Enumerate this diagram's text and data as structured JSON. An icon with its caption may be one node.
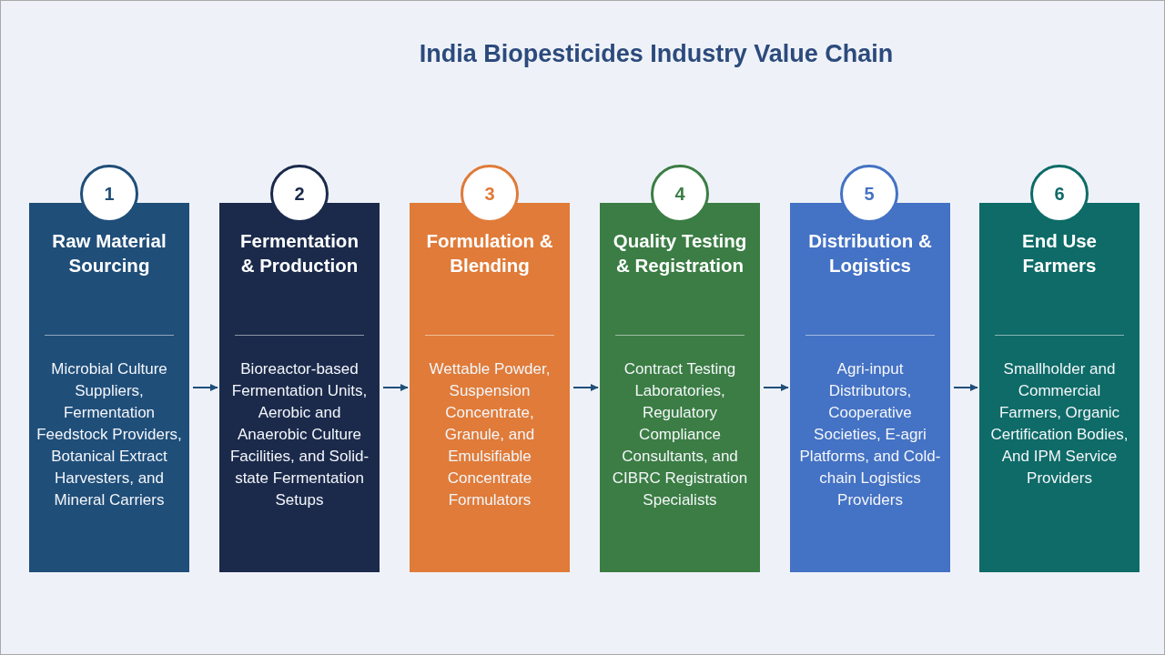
{
  "diagram": {
    "title": "India Biopesticides Industry Value Chain",
    "nodes": [
      {
        "text": [
          "1"
        ]
      },
      {
        "text": [
          "Raw Material Sourcing",
          "Microbial Culture Suppliers, Fermentation Feedstock Providers, Botanical Extract Harvesters, and Mineral Carriers"
        ]
      },
      {
        "text": [
          "2"
        ]
      },
      {
        "text": [
          "Fermentation & Production",
          "Bioreactor-based Fermentation Units, Aerobic and Anaerobic Culture Facilities, and Solid-state Fermentation Setups"
        ]
      },
      {
        "text": [
          "3"
        ]
      },
      {
        "text": [
          "Formulation & Blending",
          "Wettable Powder, Suspension Concentrate, Granule, and Emulsifiable Concentrate Formulators"
        ]
      },
      {
        "text": [
          "4"
        ]
      },
      {
        "text": [
          "Quality Testing & Registration",
          "Contract Testing Laboratories, Regulatory Compliance Consultants, and CIBRC Registration Specialists"
        ]
      },
      {
        "text": [
          "5"
        ]
      },
      {
        "text": [
          "Distribution & Logistics",
          "Agri-input Distributors, Cooperative Societies, E-agri Platforms, and Cold-chain Logistics Providers"
        ]
      },
      {
        "text": [
          "6"
        ]
      },
      {
        "text": [
          "End Use Farmers",
          "Smallholder and Commercial Farmers, Organic Certification Bodies, And IPM Service Providers"
        ]
      }
    ],
    "edges": [
      {
        "from": 1,
        "to": 3,
        "arrow": "to"
      },
      {
        "from": 3,
        "to": 5,
        "arrow": "to"
      },
      {
        "from": 5,
        "to": 7,
        "arrow": "to"
      },
      {
        "from": 7,
        "to": 9,
        "arrow": "to"
      },
      {
        "from": 9,
        "to": 11,
        "arrow": "to"
      }
    ]
  }
}
